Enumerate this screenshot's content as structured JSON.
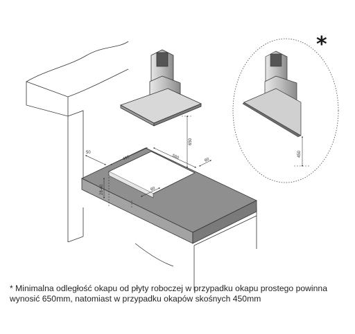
{
  "figure": {
    "asterisk": "*",
    "dimensions": {
      "hood_height": "650",
      "sloped_hood_height": "450",
      "wall_offset": "50",
      "cutout_depth": "490",
      "cutout_width": "560",
      "side_margin": "60",
      "front_margin": "60",
      "worktop_thickness": "28-40"
    },
    "footnote": "* Minimalna odległość okapu od płyty roboczej w przypadku okapu prostego powinna wynosić 650mm, natomiast w przypadku okapów skośnych 450mm"
  },
  "colors": {
    "worktop_top": "#8a8a8a",
    "worktop_front": "#9d9d9d",
    "hood_metal": "#b8b8b8",
    "hood_dark": "#5a5a5a",
    "line": "#333333"
  }
}
